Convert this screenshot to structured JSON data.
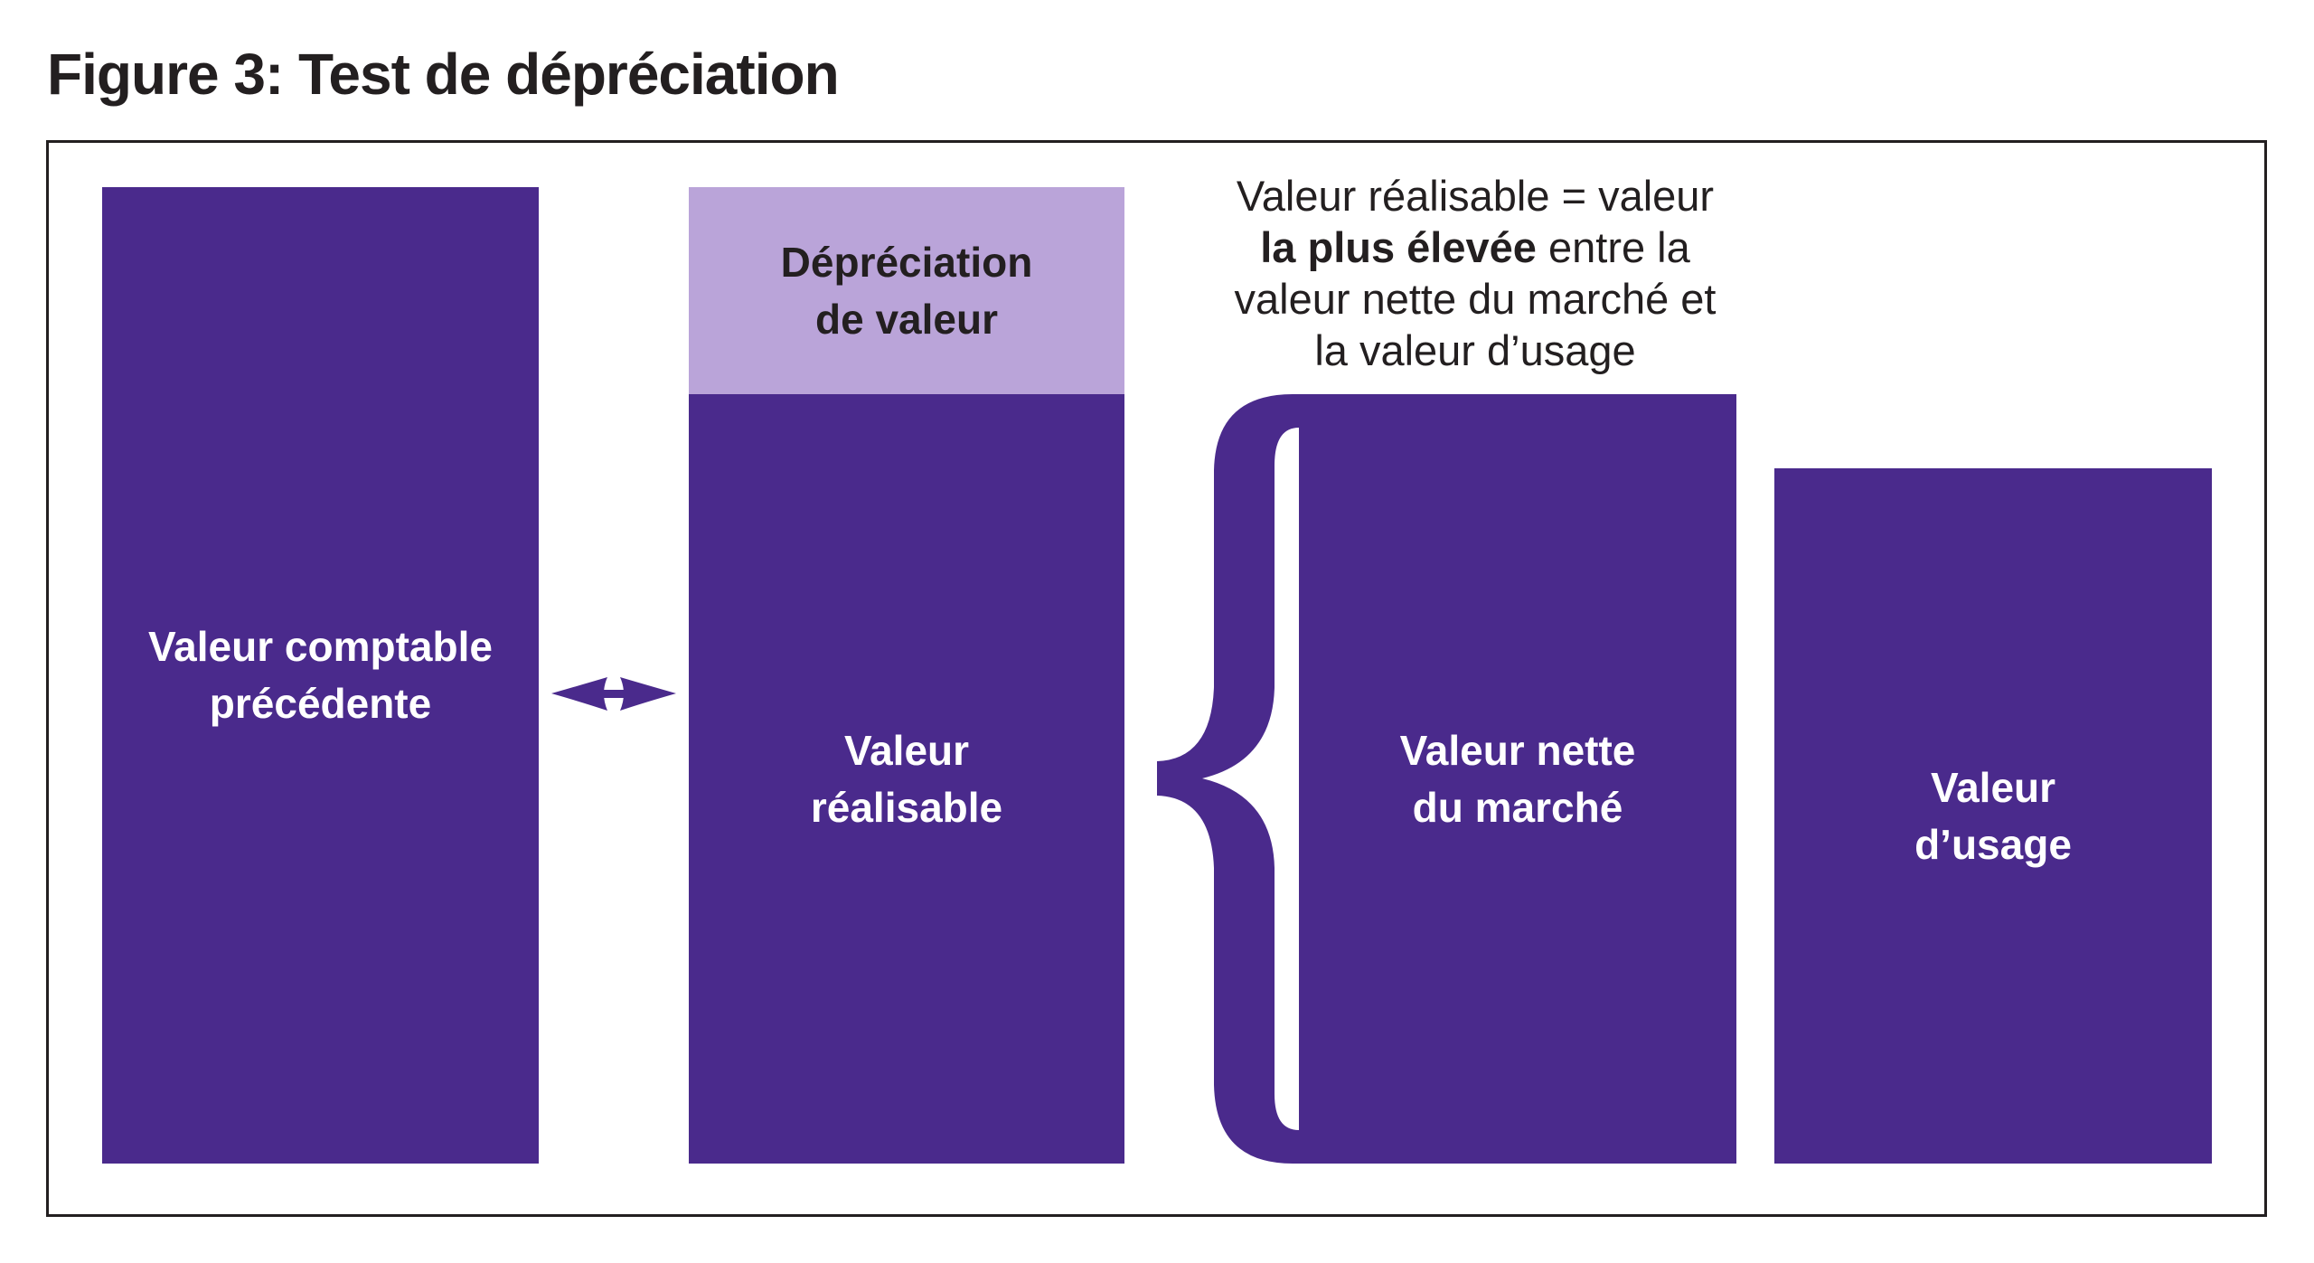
{
  "title": "Figure 3: Test de dépréciation",
  "colors": {
    "dark_purple": "#4a2a8c",
    "light_purple": "#baa4d9",
    "text_dark": "#231f20",
    "text_light": "#ffffff",
    "frame": "#231f20"
  },
  "boxes": {
    "previous_carrying_amount": {
      "lines": [
        "Valeur comptable",
        "précédente"
      ]
    },
    "impairment": {
      "lines": [
        "Dépréciation",
        "de valeur"
      ]
    },
    "recoverable_amount": {
      "lines": [
        "Valeur",
        "réalisable"
      ]
    },
    "net_market_value": {
      "lines": [
        "Valeur nette",
        "du marché"
      ]
    },
    "value_in_use": {
      "lines": [
        "Valeur",
        "d’usage"
      ]
    }
  },
  "annotation": {
    "line1": "Valeur réalisable = valeur",
    "line2_bold": "la plus élevée",
    "line2_rest": " entre la",
    "line3": "valeur nette du marché et",
    "line4": "la valeur d’usage"
  },
  "connectors": {
    "comparison_arrow": "double-headed-arrow",
    "grouping_brace": "left-curly-brace"
  }
}
